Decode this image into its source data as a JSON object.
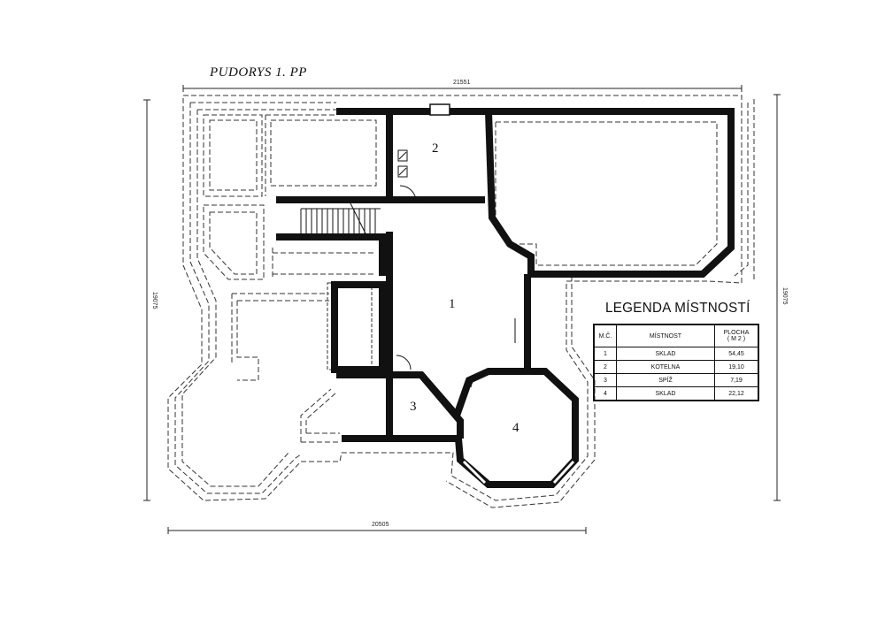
{
  "drawing": {
    "title": "PUDORYS 1. PP",
    "dim_top": "21551",
    "dim_bottom": "20505",
    "dim_left": "19075",
    "dim_right": "19075"
  },
  "rooms": [
    {
      "number": "1"
    },
    {
      "number": "2"
    },
    {
      "number": "3"
    },
    {
      "number": "4"
    }
  ],
  "legend": {
    "title": "LEGENDA MÍSTNOSTÍ",
    "headers": {
      "num": "M.Č.",
      "name": "MÍSTNOST",
      "area_line1": "PLOCHA",
      "area_line2": "( M 2 )"
    },
    "rows": [
      {
        "num": "1",
        "name": "SKLAD",
        "area": "54,45"
      },
      {
        "num": "2",
        "name": "KOTELNA",
        "area": "19,10"
      },
      {
        "num": "3",
        "name": "SPÍŽ",
        "area": "7,19"
      },
      {
        "num": "4",
        "name": "SKLAD",
        "area": "22,12"
      }
    ]
  }
}
